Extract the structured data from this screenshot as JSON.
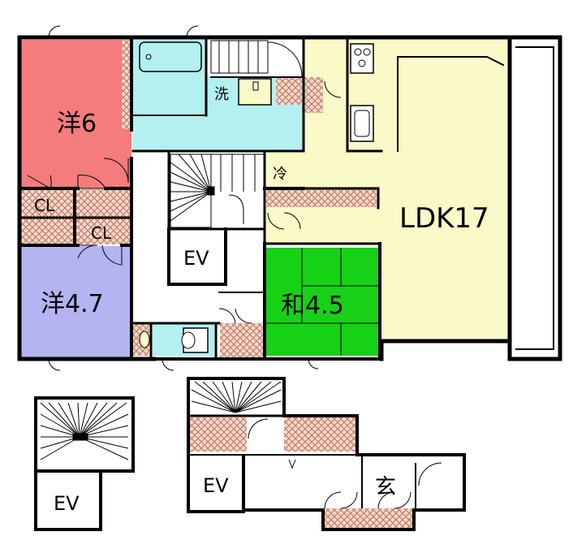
{
  "rooms": {
    "western_6": "洋6",
    "western_47": "洋4.7",
    "japanese_45": "和4.5",
    "ldk": "LDK17",
    "closet_1": "CL",
    "closet_2": "CL",
    "ev_main": "EV",
    "ev_left": "EV",
    "ev_bottom": "EV",
    "wash_mark": "洗",
    "fridge_mark": "冷",
    "entrance": "玄"
  },
  "colors": {
    "western_6": "#f47c7c",
    "western_47": "#b4b4f0",
    "japanese": "#17d117",
    "ldk": "#fafac8",
    "wet": "#b4f0f0",
    "storage_fill": "#f0dcc8",
    "storage_line": "#c8786e",
    "wall": "#000000"
  }
}
